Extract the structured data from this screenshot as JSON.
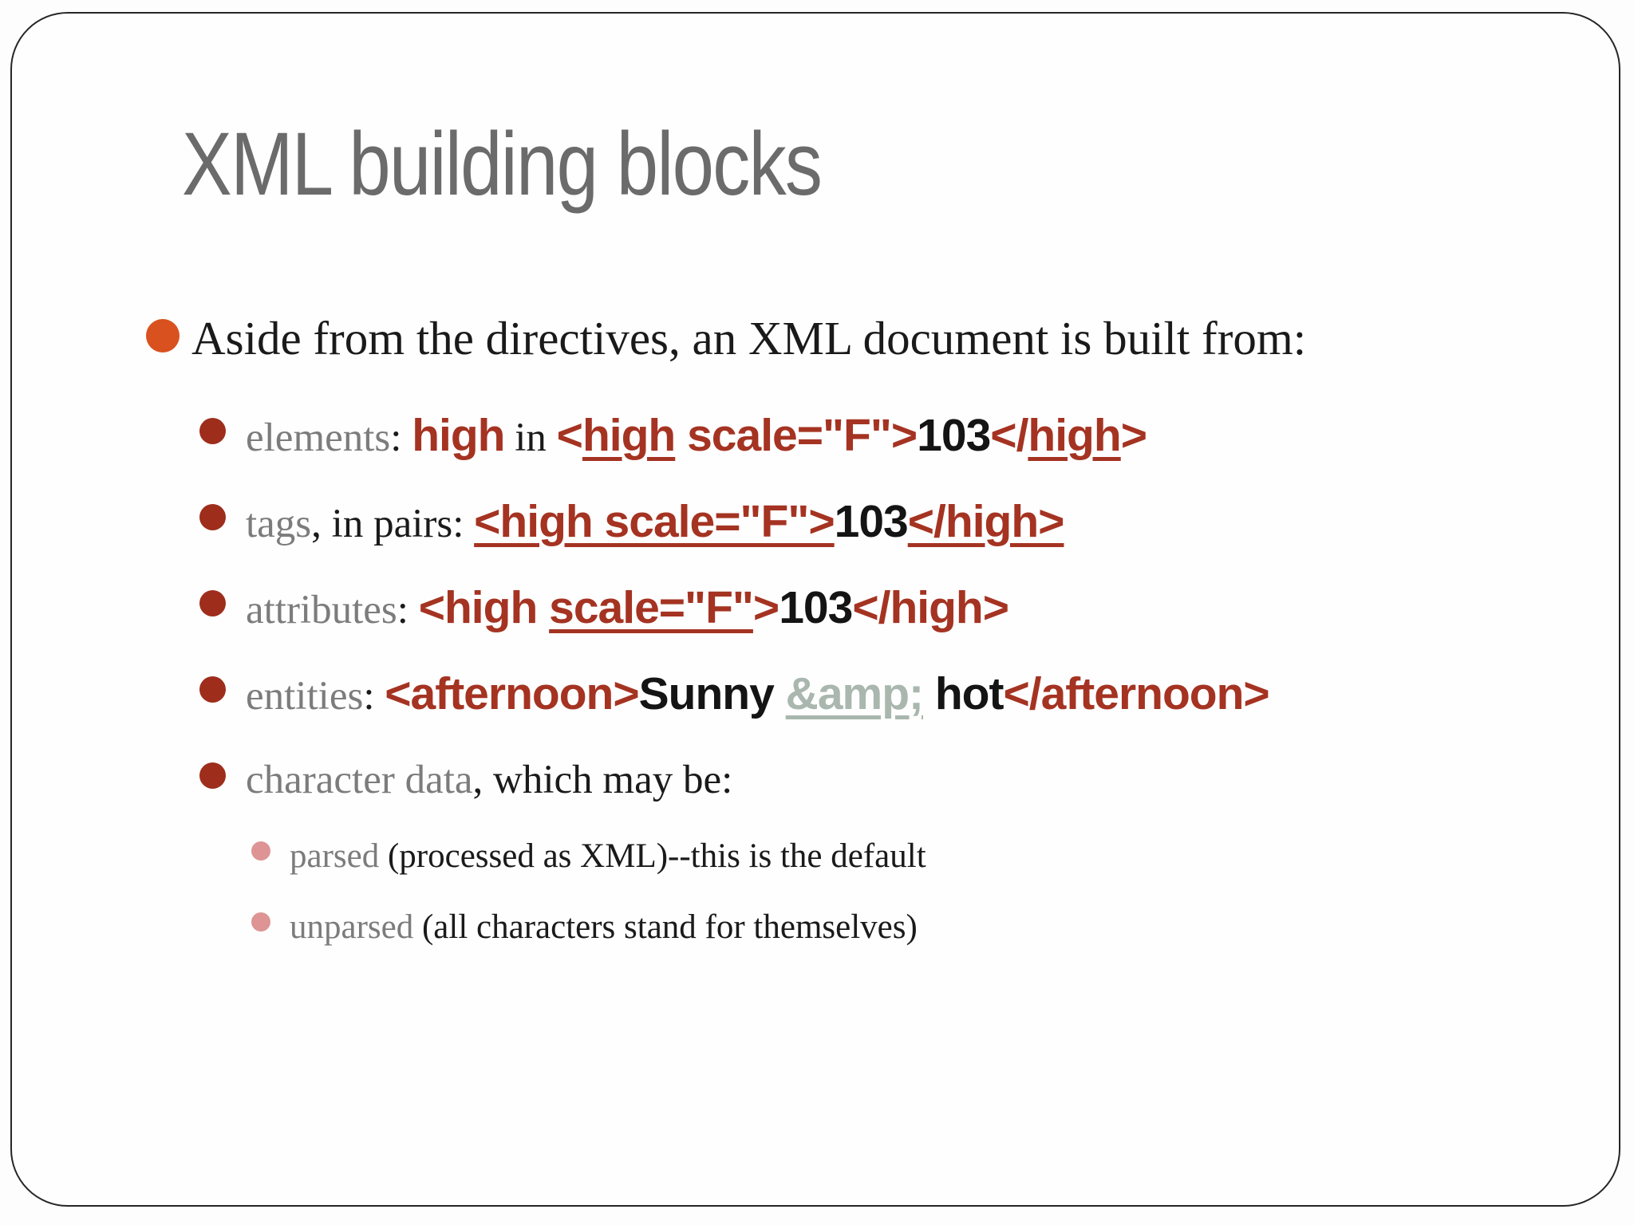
{
  "colors": {
    "title": "#6b6b6b",
    "body": "#1a1a1a",
    "term": "#7c7c7c",
    "code_red": "#a53322",
    "code_black": "#141414",
    "entity": "#a9b7ae",
    "bullet_l1": "#d9511e",
    "bullet_l2": "#9e2d1c",
    "bullet_l3": "#de9494",
    "border": "#262626"
  },
  "slide": {
    "title": "XML building blocks",
    "bullets": [
      {
        "level": 1,
        "segments": [
          {
            "text": "Aside from the directives, an XML document is built from:",
            "style": "serif"
          }
        ]
      },
      {
        "level": 2,
        "segments": [
          {
            "text": "elements",
            "style": "term"
          },
          {
            "text": ": ",
            "style": "serif"
          },
          {
            "text": "high",
            "style": "code"
          },
          {
            "text": " in ",
            "style": "serif"
          },
          {
            "text": "<",
            "style": "code"
          },
          {
            "text": "high",
            "style": "code",
            "underline": true
          },
          {
            "text": " scale=\"F\">",
            "style": "code"
          },
          {
            "text": "103",
            "style": "codeb"
          },
          {
            "text": "</",
            "style": "code"
          },
          {
            "text": "high",
            "style": "code",
            "underline": true
          },
          {
            "text": ">",
            "style": "code"
          }
        ]
      },
      {
        "level": 2,
        "segments": [
          {
            "text": "tags",
            "style": "term"
          },
          {
            "text": ", in pairs: ",
            "style": "serif"
          },
          {
            "text": "<high scale=\"F\">",
            "style": "code",
            "underline": true
          },
          {
            "text": "103",
            "style": "codeb"
          },
          {
            "text": "</high>",
            "style": "code",
            "underline": true
          }
        ]
      },
      {
        "level": 2,
        "segments": [
          {
            "text": "attributes",
            "style": "term"
          },
          {
            "text": ": ",
            "style": "serif"
          },
          {
            "text": "<high ",
            "style": "code"
          },
          {
            "text": "scale=\"F\"",
            "style": "code",
            "underline": true
          },
          {
            "text": ">",
            "style": "code"
          },
          {
            "text": "103",
            "style": "codeb"
          },
          {
            "text": "</high>",
            "style": "code"
          }
        ]
      },
      {
        "level": 2,
        "segments": [
          {
            "text": "entities",
            "style": "term"
          },
          {
            "text": ": ",
            "style": "serif"
          },
          {
            "text": "<afternoon>",
            "style": "code"
          },
          {
            "text": "Sunny ",
            "style": "codeb"
          },
          {
            "text": "&amp;",
            "style": "entity",
            "underline": true
          },
          {
            "text": " hot",
            "style": "codeb"
          },
          {
            "text": "</afternoon>",
            "style": "code"
          }
        ]
      },
      {
        "level": 2,
        "segments": [
          {
            "text": "character data",
            "style": "term"
          },
          {
            "text": ", which may be:",
            "style": "serif"
          }
        ]
      },
      {
        "level": 3,
        "segments": [
          {
            "text": "parsed",
            "style": "term"
          },
          {
            "text": " (processed as XML)--this is the default",
            "style": "serif"
          }
        ]
      },
      {
        "level": 3,
        "segments": [
          {
            "text": "unparsed",
            "style": "term"
          },
          {
            "text": " (all characters stand for themselves)",
            "style": "serif"
          }
        ]
      }
    ]
  }
}
